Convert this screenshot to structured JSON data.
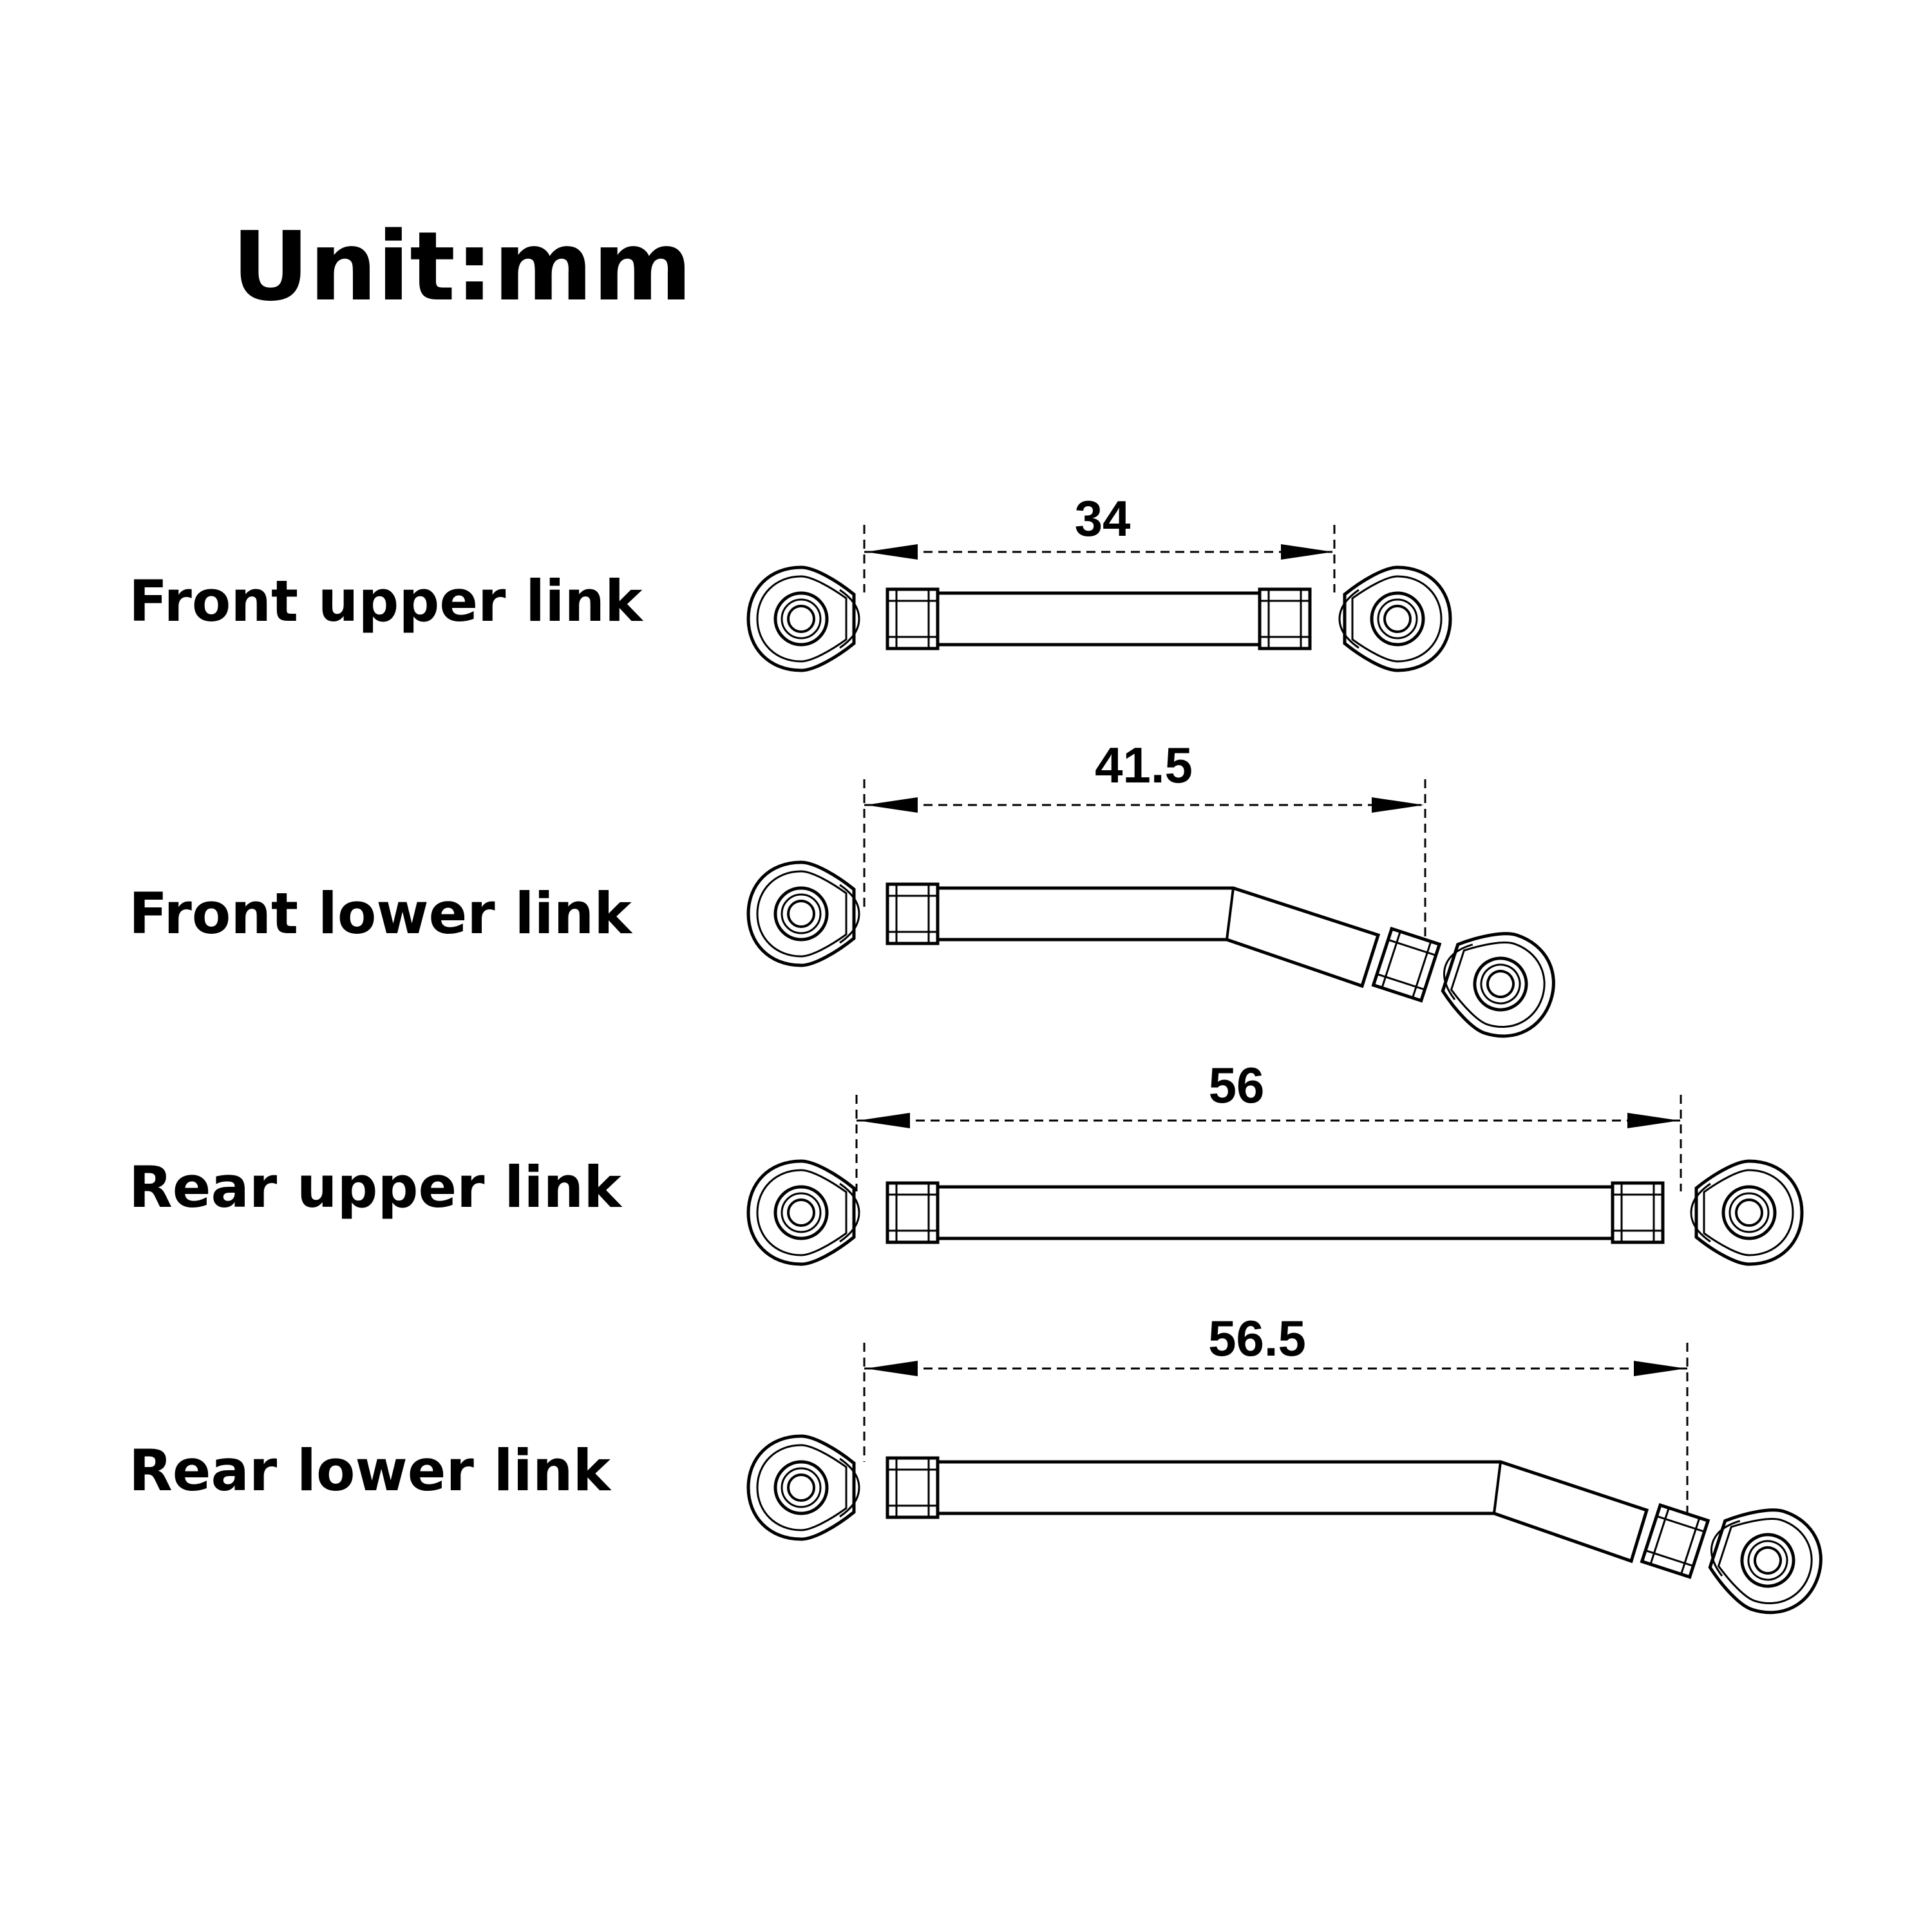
{
  "title": "Unit:mm",
  "links": [
    {
      "label": "Front upper link",
      "dimension": "34"
    },
    {
      "label": "Front lower link",
      "dimension": "41.5"
    },
    {
      "label": "Rear upper link",
      "dimension": "56"
    },
    {
      "label": "Rear lower link",
      "dimension": "56.5"
    }
  ],
  "colors": {
    "line": "#000000",
    "background": "#ffffff"
  }
}
